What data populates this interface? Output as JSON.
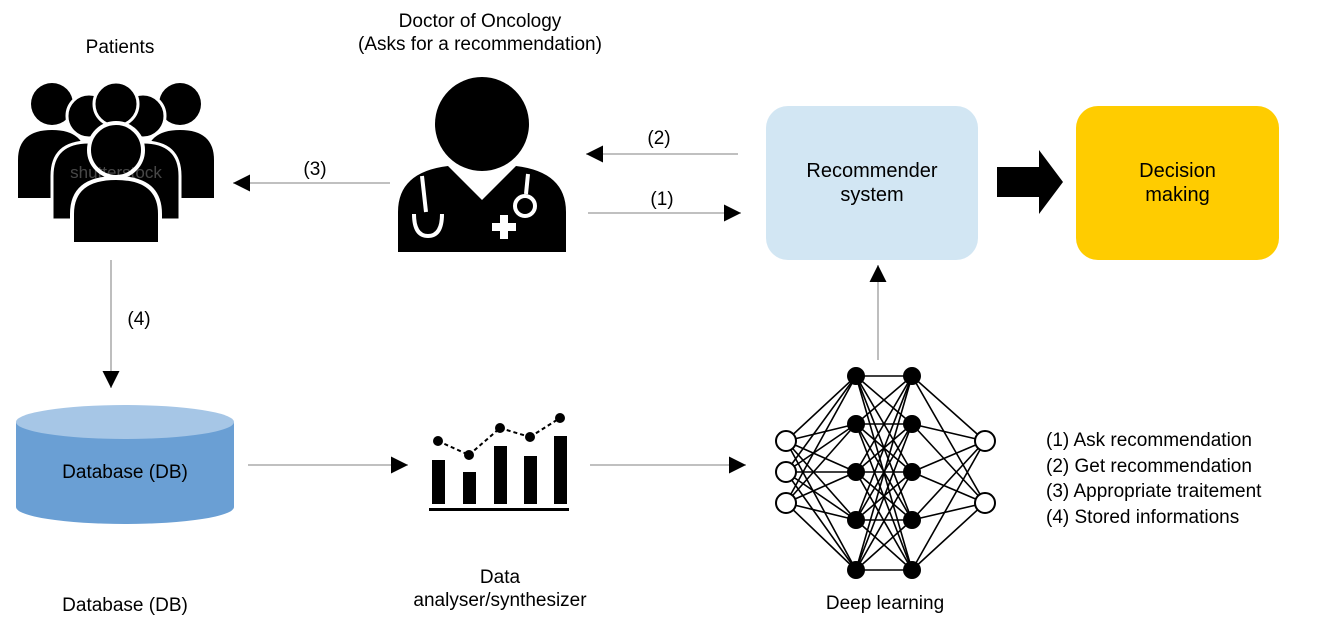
{
  "labels": {
    "patients": "Patients",
    "doctor_line1": "Doctor of Oncology",
    "doctor_line2": "(Asks for a recommendation)",
    "database_bottom": "Database (DB)",
    "analyser_line1": "Data",
    "analyser_line2": "analyser/synthesizer",
    "deep_learning": "Deep learning"
  },
  "boxes": {
    "recommender_line1": "Recommender",
    "recommender_line2": "system",
    "decision_line1": "Decision",
    "decision_line2": "making",
    "database": "Database (DB)"
  },
  "arrows": {
    "ask": "(1)",
    "get": "(2)",
    "treatment": "(3)",
    "store": "(4)"
  },
  "legend": [
    "(1) Ask recommendation",
    "(2) Get recommendation",
    "(3) Appropriate traitement",
    "(4) Stored informations"
  ],
  "watermark": "shutterstock",
  "colors": {
    "recommender_fill": "#d2e6f3",
    "decision_fill": "#ffcc00",
    "database_body": "#6a9fd4",
    "database_top": "#a6c6e6",
    "arrow": "#000000",
    "line": "#9a9a9a"
  },
  "icons": {
    "patients": "people-group-icon",
    "doctor": "doctor-icon",
    "analyser": "bar-chart-icon",
    "deep_learning": "neural-network-icon",
    "database": "database-cylinder-icon"
  }
}
